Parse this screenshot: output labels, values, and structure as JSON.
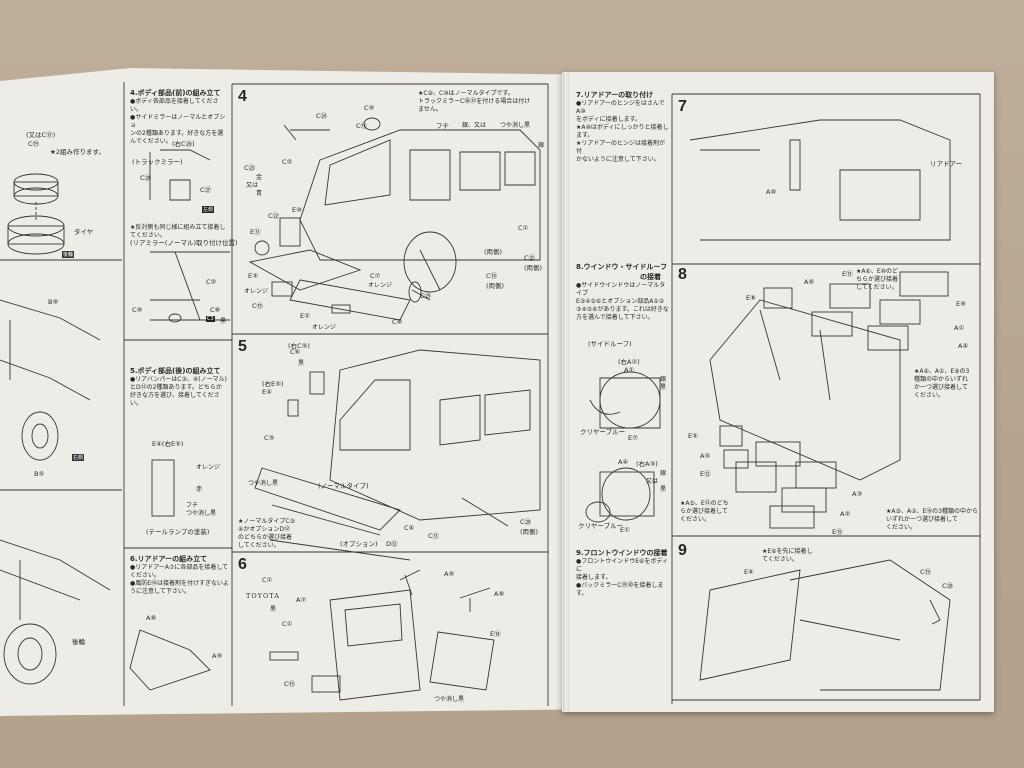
{
  "steps": {
    "s4": "4",
    "s5": "5",
    "s6": "6",
    "s7": "7",
    "s8": "8",
    "s9": "9"
  },
  "left_panel": {
    "top_note1": "(又はC⑰)",
    "top_note2": "C⑲",
    "top_note3": "★2組み作ります。",
    "tire": "タイヤ",
    "rear_wheel_tag": "後輪",
    "b9": "B⑨",
    "right_side_tag": "右側",
    "b5": "B⑤",
    "rear_wheel2": "後輪"
  },
  "body_front": {
    "header": "4.ボディ部品(前)の組み立て",
    "text": "●ボディ各部品を接着してください。\n●サイドミラーはノーマルとオプショ\nンの2種類あります。好きな方を選\nんでください。",
    "c17_alt": "(又はC⑰)",
    "c26_right": "(右C㉖)",
    "truck_mirror": "(トラックミラー)",
    "c27": "C㉗",
    "c28": "C㉘",
    "left_side": "左側",
    "same_note": "★反対側も同じ様に組み立て接着してください。",
    "mirror_pos": "(リアミラー(ノーマル)取り付け位置)",
    "c2": "C②",
    "c9": "C⑨",
    "c8": "C⑧",
    "black_chip": "C3",
    "black_txt": "黒"
  },
  "body_rear": {
    "header": "5.ボディ部品(後)の組み立て",
    "text": "●リアバンパーはC③、④(ノーマル)\nとD⑫の2種類あります。どちらか\n好きな方を選び、接着してください。",
    "e4r5": "E④(右E⑤)",
    "orange": "オレンジ",
    "red": "赤",
    "futa": "フチ",
    "matte": "つや消し黒",
    "taillamp": "(テールランプの塗装)"
  },
  "rear_door_asm": {
    "header": "6.リアドアーの組み立て",
    "text": "●リアドアーA⑦に各部品を接着して\nください。\n●風防E⑭は接着剤を付けすぎないよ\nうに注意して下さい。",
    "a8": "A⑧",
    "a9": "A⑨"
  },
  "step4": {
    "note": "★C⑨、C⑩はノーマルタイプです。\nトラックミラーC㉖㉗を付ける場合は付け\nません。",
    "c24": "C㉔",
    "c9": "C⑨",
    "c13": "C⑬",
    "c2": "C②",
    "futa": "フチ",
    "silver": "銀、又は",
    "matte": "つや消し黒",
    "silver2": "銀",
    "c23": "C㉓",
    "gold": "金",
    "or": "又は",
    "blue": "青",
    "c22": "C㉒",
    "e10": "E⑩",
    "e11": "E⑪",
    "orange": "オレンジ",
    "e3": "E③",
    "c15": "C⑮",
    "e2": "E②",
    "orange2": "オレンジ",
    "c8": "C⑧",
    "c7": "C⑦",
    "orange3": "オレンジ",
    "c25": "C㉕",
    "c18": "C⑱",
    "both": "(両側)",
    "c21": "C㉑",
    "both2": "(両側)",
    "both3": "(両側)",
    "c1": "C①"
  },
  "step5": {
    "c5r": "(右C⑤)",
    "c6": "C⑥",
    "black": "黒",
    "e5r": "(右E⑤)",
    "e4": "E④",
    "c3": "C③",
    "matte": "つや消し黒",
    "normal_type": "(ノーマルタイプ)",
    "c4": "C④",
    "c11": "C⑪",
    "c20": "C⑳",
    "both": "(両側)",
    "option": "(オプション)",
    "d12": "D⑫",
    "note": "★ノーマルタイプC③\n④かオプションD⑫\nのどちらか選び接着\nしてください。"
  },
  "step6": {
    "c1": "C①",
    "toyota": "TOYOTA",
    "black": "黒",
    "a7": "A⑦",
    "c1b": "C①",
    "a9": "A⑨",
    "a8": "A⑧",
    "e14": "E⑭",
    "c15": "C⑮",
    "matte": "つや消し黒"
  },
  "rear_door_install": {
    "header": "7.リアドアーの取り付け",
    "text": "●リアドアーのヒンジをはさんでA⑩\nをボディに接着します。\n★A⑩はボディにしっかりと接着し\nます。\n★リアドアーのヒンジは接着剤が付\nかないように注意して下さい。"
  },
  "window_roof": {
    "header": "8.ウインドウ・サイドルーフ",
    "header2": "の接着",
    "text": "●サイドウインドウはノーマルタイプ\nE③④⑤⑥とオプション部品A①②\n③④⑤⑥があります。これは好きな\n方を選んで接着して下さい。",
    "side_roof": "(サイドルーフ)",
    "a2r": "(右A②)",
    "a1": "A①",
    "silver": "銀",
    "black": "黒",
    "clear_blue": "クリヤーブルー",
    "e7": "E⑦",
    "a4": "A④",
    "a3r": "(右A③)",
    "silver2": "銀",
    "or_black": "又は",
    "black2": "黒",
    "clear_blue2": "クリヤーブルー",
    "e1": "E①"
  },
  "front_window": {
    "header": "9.フロントウインドウの接着",
    "text": "●フロントウインドウE⑥をボディに\n接着します。\n●バックミラーC⑲⑳を接着します。"
  },
  "step7": {
    "rear_door": "リアドアー",
    "a10": "A⑩"
  },
  "step8": {
    "note_top": "★A⑥、E⑩のど\nちらか選び接着\nしてください。",
    "e13": "E⑬",
    "e9": "E⑨",
    "e8": "E⑧",
    "a6": "A⑥",
    "a1": "A①",
    "a4": "A④",
    "note_mid": "★A④、A①、E⑨の3\n種類の中からいずれ\nか一つ選び接着して\nください。",
    "e5": "E⑤",
    "a5": "A⑤",
    "e12": "E⑫",
    "a3": "A③",
    "a2": "A②",
    "e15": "E⑮",
    "note_bl": "★A⑤、E⑫のどち\nらか選び接着して\nください。",
    "note_br": "★A③、A②、E⑮の3種類の中から\nいずれか一つ選び接着して\nください。"
  },
  "step9": {
    "note": "★E⑥を先に接着し\nてください。",
    "e6": "E⑥",
    "c19": "C⑲",
    "c20": "C⑳"
  }
}
